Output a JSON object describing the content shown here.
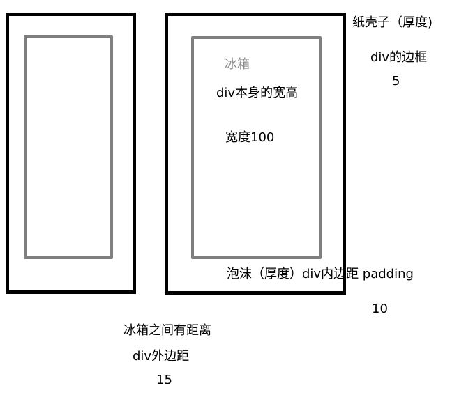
{
  "diagram": {
    "boxes": {
      "outer_border_color": "#000000",
      "inner_border_color": "#7f7f7f"
    },
    "labels": {
      "fridge": "冰箱",
      "div_size": "div本身的宽高",
      "width": "宽度100",
      "paper_shell": "纸壳子（厚度)",
      "div_border": "div的边框",
      "border_value": "5",
      "foam_padding": "泡沫（厚度）div内边距 padding",
      "padding_value": "10",
      "fridge_gap": "冰箱之间有距离",
      "div_margin": "div外边距",
      "margin_value": "15"
    }
  }
}
